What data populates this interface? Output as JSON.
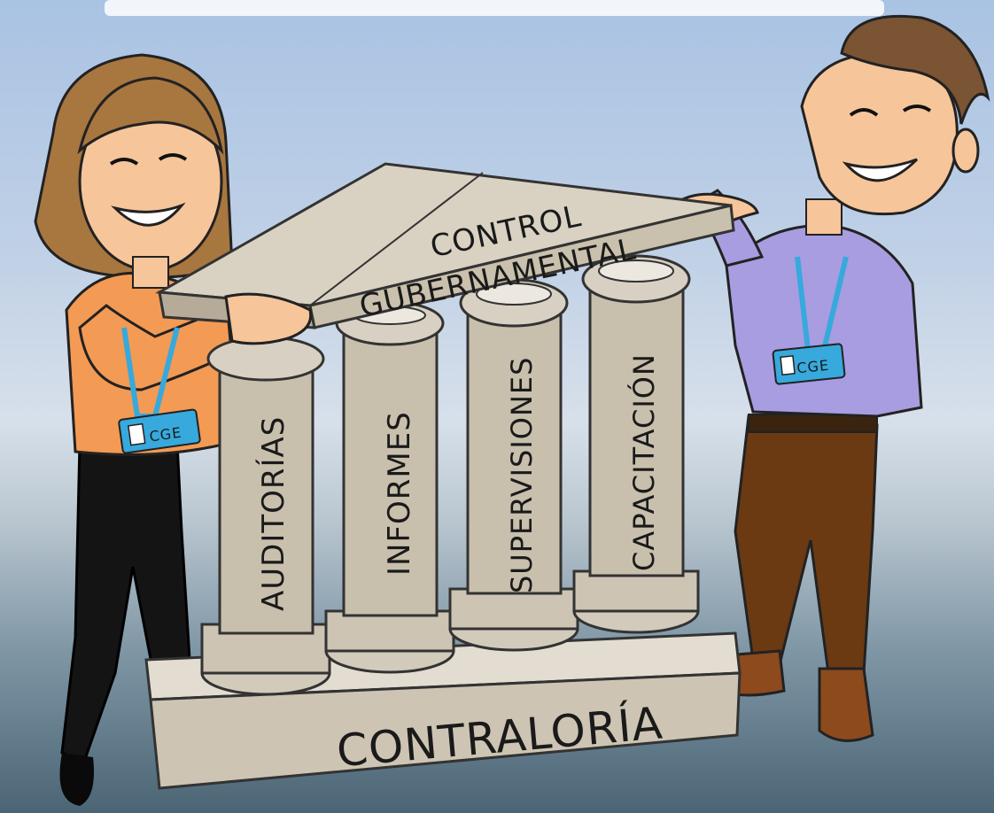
{
  "illustration": {
    "roof_line1": "CONTROL",
    "roof_line2": "GUBERNAMENTAL",
    "base_label": "CONTRALORÍA",
    "pillars": [
      "AUDITORÍAS",
      "INFORMES",
      "SUPERVISIONES",
      "CAPACITACIÓN"
    ],
    "badge_left": "CGE",
    "badge_right": "CGE"
  },
  "colors": {
    "stone": "#cdc4b3",
    "stone_dark": "#b5ab98",
    "stone_top": "#e9e4da",
    "woman_shirt": "#f39a54",
    "woman_pants": "#141414",
    "woman_hair": "#a8763f",
    "man_shirt": "#a79de0",
    "man_pants": "#6b3a12",
    "man_hair": "#7a5433",
    "skin": "#f6c59a",
    "badge": "#37a9dc"
  }
}
